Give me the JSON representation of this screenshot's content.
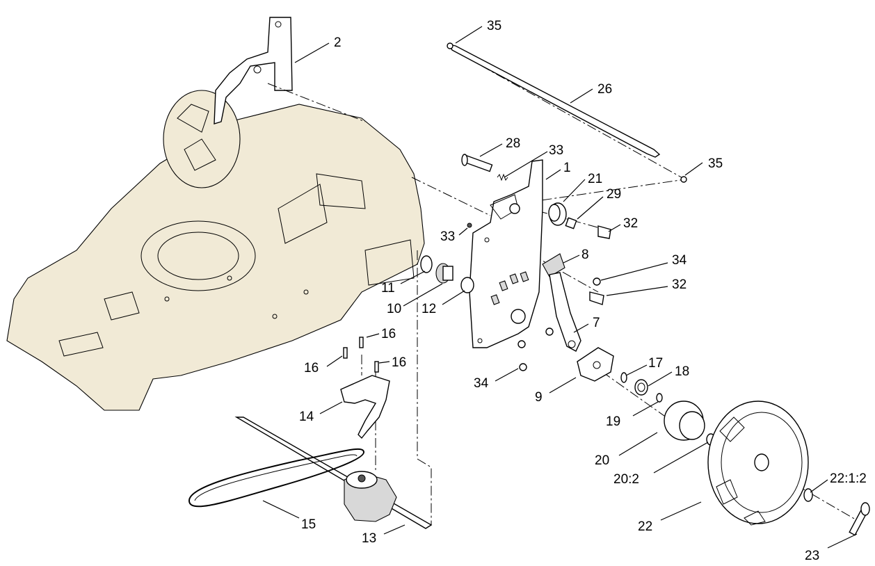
{
  "diagram": {
    "callouts": [
      {
        "id": "c2",
        "label": "2"
      },
      {
        "id": "c35a",
        "label": "35"
      },
      {
        "id": "c26",
        "label": "26"
      },
      {
        "id": "c35b",
        "label": "35"
      },
      {
        "id": "c28",
        "label": "28"
      },
      {
        "id": "c33a",
        "label": "33"
      },
      {
        "id": "c1",
        "label": "1"
      },
      {
        "id": "c21",
        "label": "21"
      },
      {
        "id": "c29",
        "label": "29"
      },
      {
        "id": "c32a",
        "label": "32"
      },
      {
        "id": "c33b",
        "label": "33"
      },
      {
        "id": "c8",
        "label": "8"
      },
      {
        "id": "c34a",
        "label": "34"
      },
      {
        "id": "c32b",
        "label": "32"
      },
      {
        "id": "c11",
        "label": "11"
      },
      {
        "id": "c10",
        "label": "10"
      },
      {
        "id": "c12",
        "label": "12"
      },
      {
        "id": "c7",
        "label": "7"
      },
      {
        "id": "c16a",
        "label": "16"
      },
      {
        "id": "c16b",
        "label": "16"
      },
      {
        "id": "c16c",
        "label": "16"
      },
      {
        "id": "c17",
        "label": "17"
      },
      {
        "id": "c18",
        "label": "18"
      },
      {
        "id": "c34b",
        "label": "34"
      },
      {
        "id": "c9",
        "label": "9"
      },
      {
        "id": "c14",
        "label": "14"
      },
      {
        "id": "c19",
        "label": "19"
      },
      {
        "id": "c20",
        "label": "20"
      },
      {
        "id": "c20_2",
        "label": "20:2"
      },
      {
        "id": "c22_12",
        "label": "22:1:2"
      },
      {
        "id": "c15",
        "label": "15"
      },
      {
        "id": "c22",
        "label": "22"
      },
      {
        "id": "c13",
        "label": "13"
      },
      {
        "id": "c23",
        "label": "23"
      }
    ]
  }
}
